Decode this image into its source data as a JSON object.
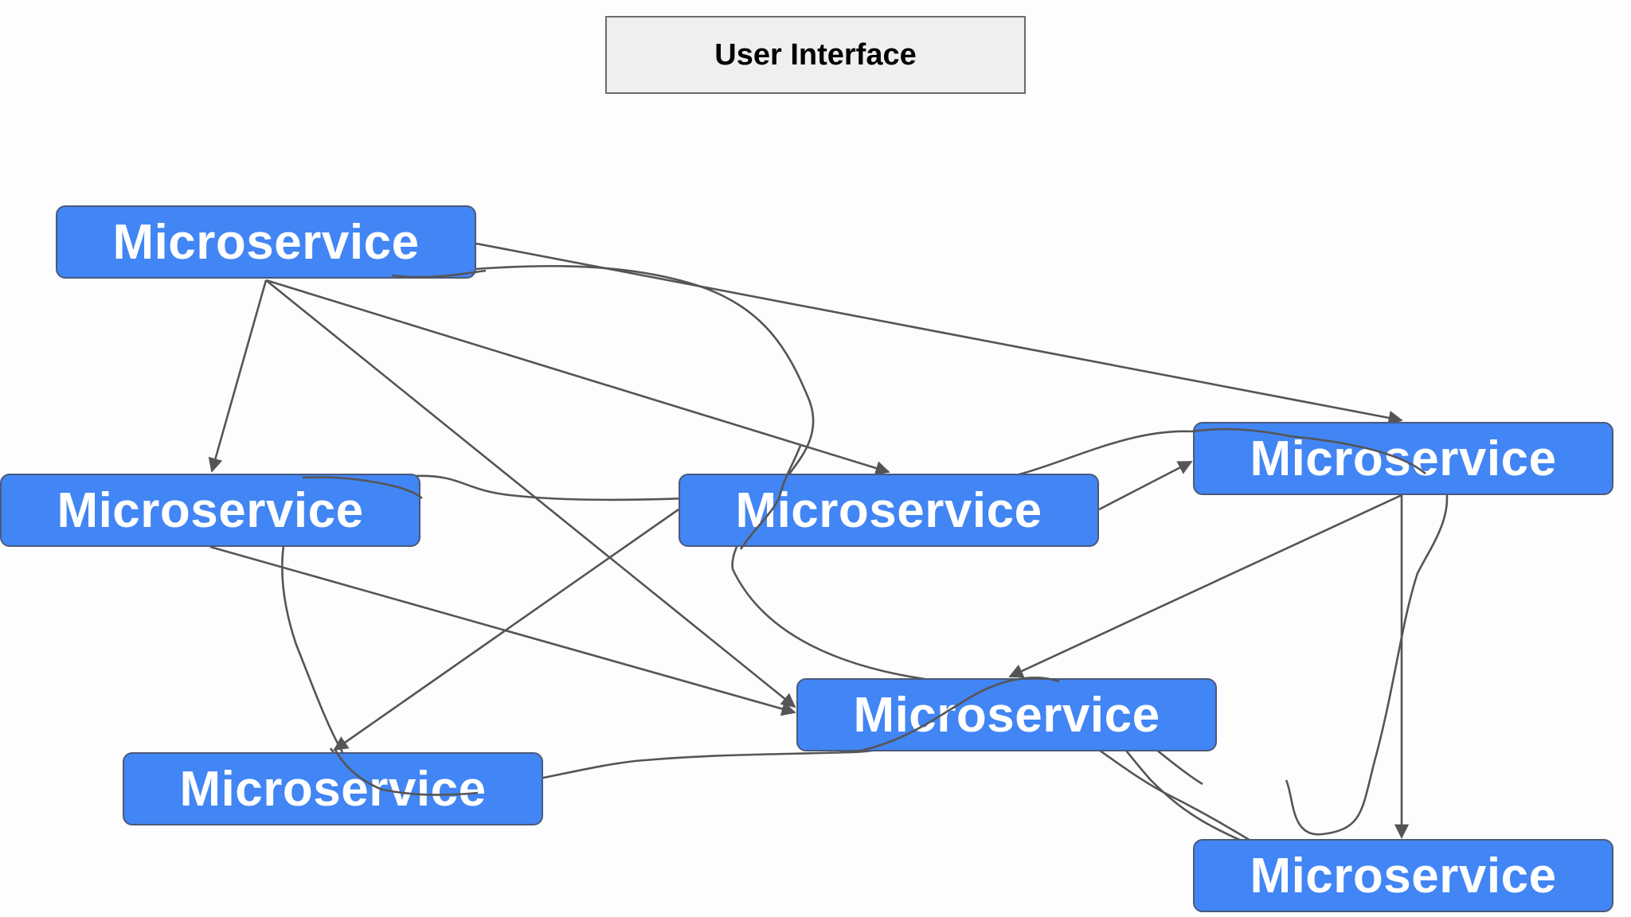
{
  "diagram": {
    "ui_label": "User Interface",
    "services": [
      {
        "id": "svc-1",
        "label": "Microservice"
      },
      {
        "id": "svc-2",
        "label": "Microservice"
      },
      {
        "id": "svc-3",
        "label": "Microservice"
      },
      {
        "id": "svc-4",
        "label": "Microservice"
      },
      {
        "id": "svc-5",
        "label": "Microservice"
      },
      {
        "id": "svc-6",
        "label": "Microservice"
      },
      {
        "id": "svc-7",
        "label": "Microservice"
      }
    ],
    "colors": {
      "service_fill": "#4285f4",
      "service_text": "#ffffff",
      "ui_fill": "#efefef",
      "edge": "#555555"
    }
  }
}
